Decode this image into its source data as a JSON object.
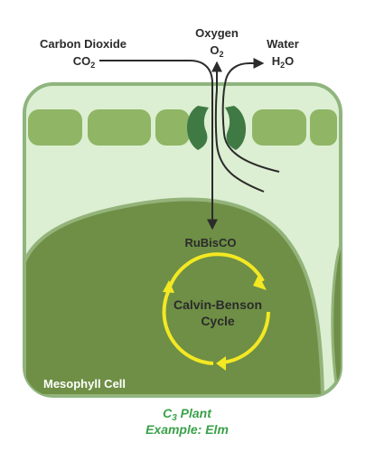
{
  "labels": {
    "co2_name": "Carbon Dioxide",
    "co2_formula_main": "CO",
    "co2_formula_sub": "2",
    "o2_name": "Oxygen",
    "o2_formula_main": "O",
    "o2_formula_sub": "2",
    "water_name": "Water",
    "water_formula_h": "H",
    "water_formula_sub": "2",
    "water_formula_o": "O",
    "enzyme": "RuBisCO",
    "cycle_line1": "Calvin-Benson",
    "cycle_line2": "Cycle",
    "cell": "Mesophyll Cell"
  },
  "caption": {
    "line1_main": "C",
    "line1_sub": "3",
    "line1_rest": " Plant",
    "line2": "Example: Elm"
  },
  "colors": {
    "cell_fill": "#dcefd2",
    "cell_outline": "#8fb57f",
    "chloroplast": "#8fb565",
    "stomata_guard_cell": "#3f7a44",
    "mesophyll_fill": "#6e8f45",
    "mesophyll_outline": "#93b37a",
    "calvin_cycle": "#f4e823",
    "arrow": "#2b2b2b",
    "caption_text": "#3aa14a"
  }
}
